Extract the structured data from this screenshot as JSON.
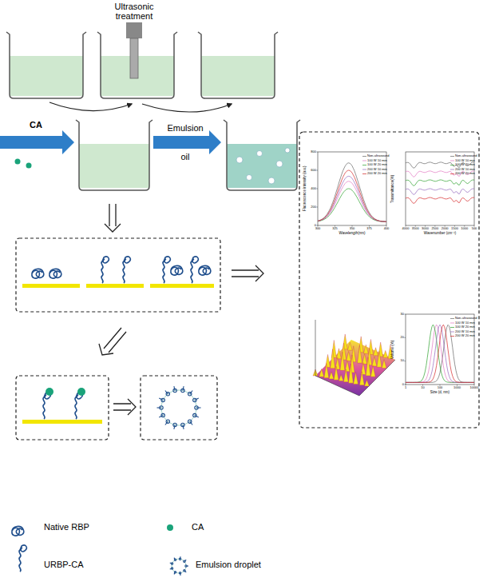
{
  "diagram": {
    "labels": [
      "Ultrasonic treatment",
      "CA",
      "Emulsion",
      "oil",
      "Fluorescence intensity (a.u.)",
      "Wavelength(nm)",
      "Non-ultrasound",
      "100 W 10 min",
      "100 W 20 min",
      "200 W 10 min",
      "200 W 20 min",
      "300",
      "325",
      "350",
      "375",
      "400",
      "0",
      "200",
      "400",
      "600",
      "800",
      "Transmittance(%)",
      "Wavenumber (cm⁻¹)",
      "Non-ultrasound",
      "100 W 10 min",
      "100 W 20 min",
      "200 W 10 min",
      "200 W 20 min",
      "4000",
      "3500",
      "3000",
      "2500",
      "2000",
      "1500",
      "1000",
      "500",
      "Volume (%)",
      "Size (d, nm)",
      "Non-ultrasound",
      "100 W 10 min",
      "100 W 20 min",
      "200 W 10 min",
      "200 W 20 min",
      "1",
      "10",
      "100",
      "1000",
      "10000",
      "0",
      "10",
      "20",
      "30"
    ],
    "legend": [
      {
        "text": "Native RBP"
      },
      {
        "text": "CA"
      },
      {
        "text": "URBP-CA"
      },
      {
        "text": "Emulsion droplet"
      }
    ]
  }
}
